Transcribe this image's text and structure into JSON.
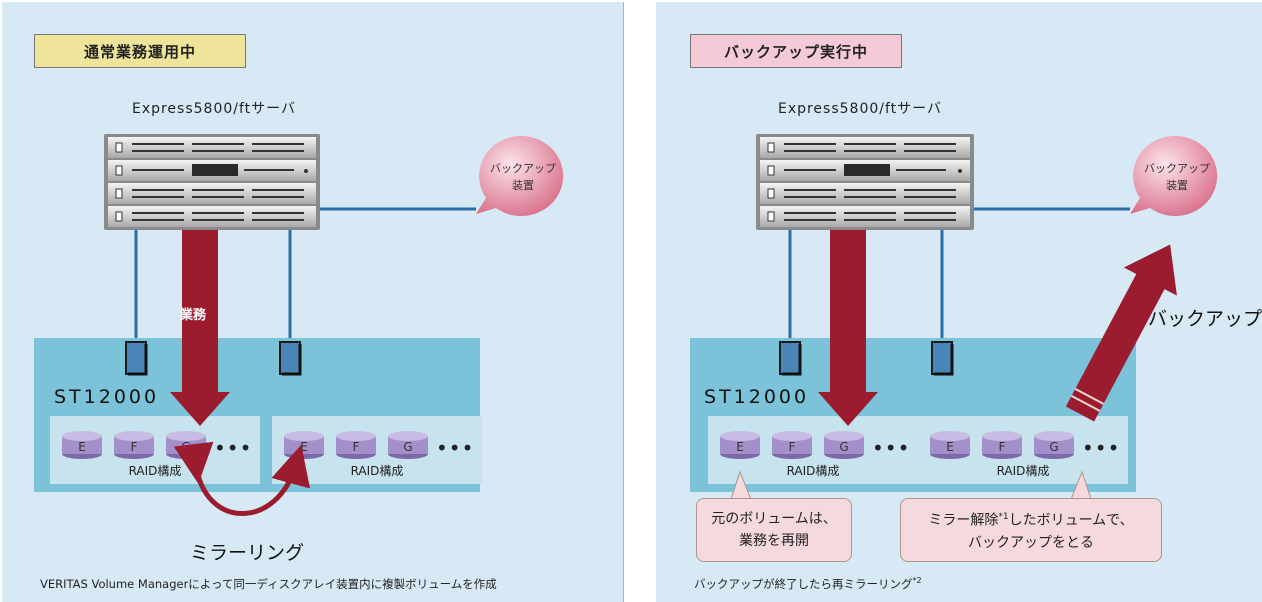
{
  "left_panel": {
    "title": "通常業務運用中",
    "title_color": "#efe59a",
    "server_label": "Express5800/ftサーバ",
    "backup_device": [
      "バックアップ",
      "装置"
    ],
    "storage_label": "ST12000",
    "arrow_label": "業務",
    "raid_groups": [
      {
        "disks": [
          "E",
          "F",
          "G"
        ],
        "more": "•••",
        "label": "RAID構成"
      },
      {
        "disks": [
          "E",
          "F",
          "G"
        ],
        "more": "•••",
        "label": "RAID構成"
      }
    ],
    "mirror_label": "ミラーリング",
    "footnote": "VERITAS Volume Managerによって同一ディスクアレイ装置内に複製ボリュームを作成"
  },
  "right_panel": {
    "title": "バックアップ実行中",
    "title_color": "#f4cad6",
    "server_label": "Express5800/ftサーバ",
    "backup_device": [
      "バックアップ",
      "装置"
    ],
    "storage_label": "ST12000",
    "backup_arrow_label": "バックアップ",
    "raid_groups": [
      {
        "disks": [
          "E",
          "F",
          "G"
        ],
        "more": "•••",
        "label": "RAID構成"
      },
      {
        "disks": [
          "E",
          "F",
          "G"
        ],
        "more": "•••",
        "label": "RAID構成"
      }
    ],
    "callout_left": [
      "元のボリュームは、",
      "業務を再開"
    ],
    "callout_right_line1_a": "ミラー解除",
    "callout_right_line1_sup": "*1",
    "callout_right_line1_b": "したボリュームで、",
    "callout_right_line2": "バックアップをとる",
    "footnote_text": "バックアップが終了したら再ミラーリング",
    "footnote_sup": "*2"
  },
  "colors": {
    "panel_bg": "#d6e9f5",
    "storage_bg": "#7cc3d9",
    "raid_bg": "#c6e3ee",
    "arrow": "#9b1c2e",
    "link_line": "#2f6fa8",
    "disk": "#9a86c2",
    "bubble": "#e58aa0"
  }
}
